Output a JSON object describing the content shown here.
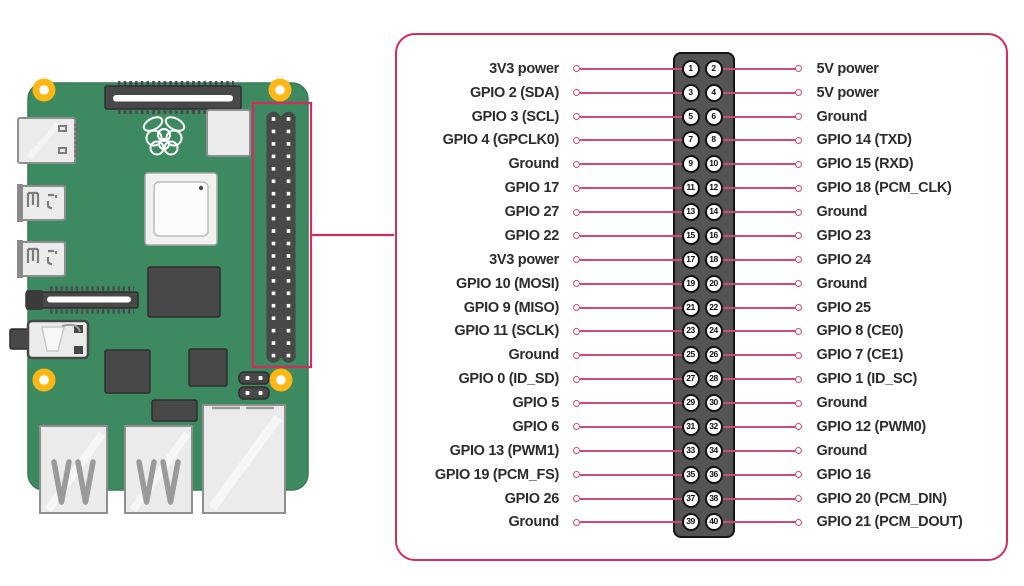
{
  "colors": {
    "accent": "#d22c5d",
    "wire": "#d14a72",
    "green": "#3d8a61",
    "dark": "#484848",
    "light": "#ebebeb",
    "yellow": "#ffb714",
    "strip": "#545457",
    "text": "#2d2d2d"
  },
  "board": {
    "components": [
      "usb-c-power-port-icon",
      "micro-hdmi-port-icon",
      "micro-hdmi-port-icon",
      "display-ribbon-connector-icon",
      "audio-jack-icon",
      "camera-ribbon-connector-icon",
      "raspberry-pi-logo-icon",
      "soc-chip-icon",
      "ram-chip-icon",
      "wifi-module-icon",
      "gpio-header-icon",
      "poe-header-icon",
      "usb-ports-icon",
      "ethernet-port-icon",
      "mounting-hole-icon"
    ]
  },
  "pinout": {
    "rows": [
      {
        "left_label": "3V3 power",
        "left_pin": "1",
        "right_pin": "2",
        "right_label": "5V power"
      },
      {
        "left_label": "GPIO 2 (SDA)",
        "left_pin": "3",
        "right_pin": "4",
        "right_label": "5V power"
      },
      {
        "left_label": "GPIO 3 (SCL)",
        "left_pin": "5",
        "right_pin": "6",
        "right_label": "Ground"
      },
      {
        "left_label": "GPIO 4 (GPCLK0)",
        "left_pin": "7",
        "right_pin": "8",
        "right_label": "GPIO 14 (TXD)"
      },
      {
        "left_label": "Ground",
        "left_pin": "9",
        "right_pin": "10",
        "right_label": "GPIO 15 (RXD)"
      },
      {
        "left_label": "GPIO 17",
        "left_pin": "11",
        "right_pin": "12",
        "right_label": "GPIO 18 (PCM_CLK)"
      },
      {
        "left_label": "GPIO 27",
        "left_pin": "13",
        "right_pin": "14",
        "right_label": "Ground"
      },
      {
        "left_label": "GPIO 22",
        "left_pin": "15",
        "right_pin": "16",
        "right_label": "GPIO 23"
      },
      {
        "left_label": "3V3 power",
        "left_pin": "17",
        "right_pin": "18",
        "right_label": "GPIO 24"
      },
      {
        "left_label": "GPIO 10 (MOSI)",
        "left_pin": "19",
        "right_pin": "20",
        "right_label": "Ground"
      },
      {
        "left_label": "GPIO 9 (MISO)",
        "left_pin": "21",
        "right_pin": "22",
        "right_label": "GPIO 25"
      },
      {
        "left_label": "GPIO 11 (SCLK)",
        "left_pin": "23",
        "right_pin": "24",
        "right_label": "GPIO 8 (CE0)"
      },
      {
        "left_label": "Ground",
        "left_pin": "25",
        "right_pin": "26",
        "right_label": "GPIO 7 (CE1)"
      },
      {
        "left_label": "GPIO 0 (ID_SD)",
        "left_pin": "27",
        "right_pin": "28",
        "right_label": "GPIO 1 (ID_SC)"
      },
      {
        "left_label": "GPIO 5",
        "left_pin": "29",
        "right_pin": "30",
        "right_label": "Ground"
      },
      {
        "left_label": "GPIO 6",
        "left_pin": "31",
        "right_pin": "32",
        "right_label": "GPIO 12 (PWM0)"
      },
      {
        "left_label": "GPIO 13 (PWM1)",
        "left_pin": "33",
        "right_pin": "34",
        "right_label": "Ground"
      },
      {
        "left_label": "GPIO 19 (PCM_FS)",
        "left_pin": "35",
        "right_pin": "36",
        "right_label": "GPIO 16"
      },
      {
        "left_label": "GPIO 26",
        "left_pin": "37",
        "right_pin": "38",
        "right_label": "GPIO 20 (PCM_DIN)"
      },
      {
        "left_label": "Ground",
        "left_pin": "39",
        "right_pin": "40",
        "right_label": "GPIO 21 (PCM_DOUT)"
      }
    ]
  }
}
